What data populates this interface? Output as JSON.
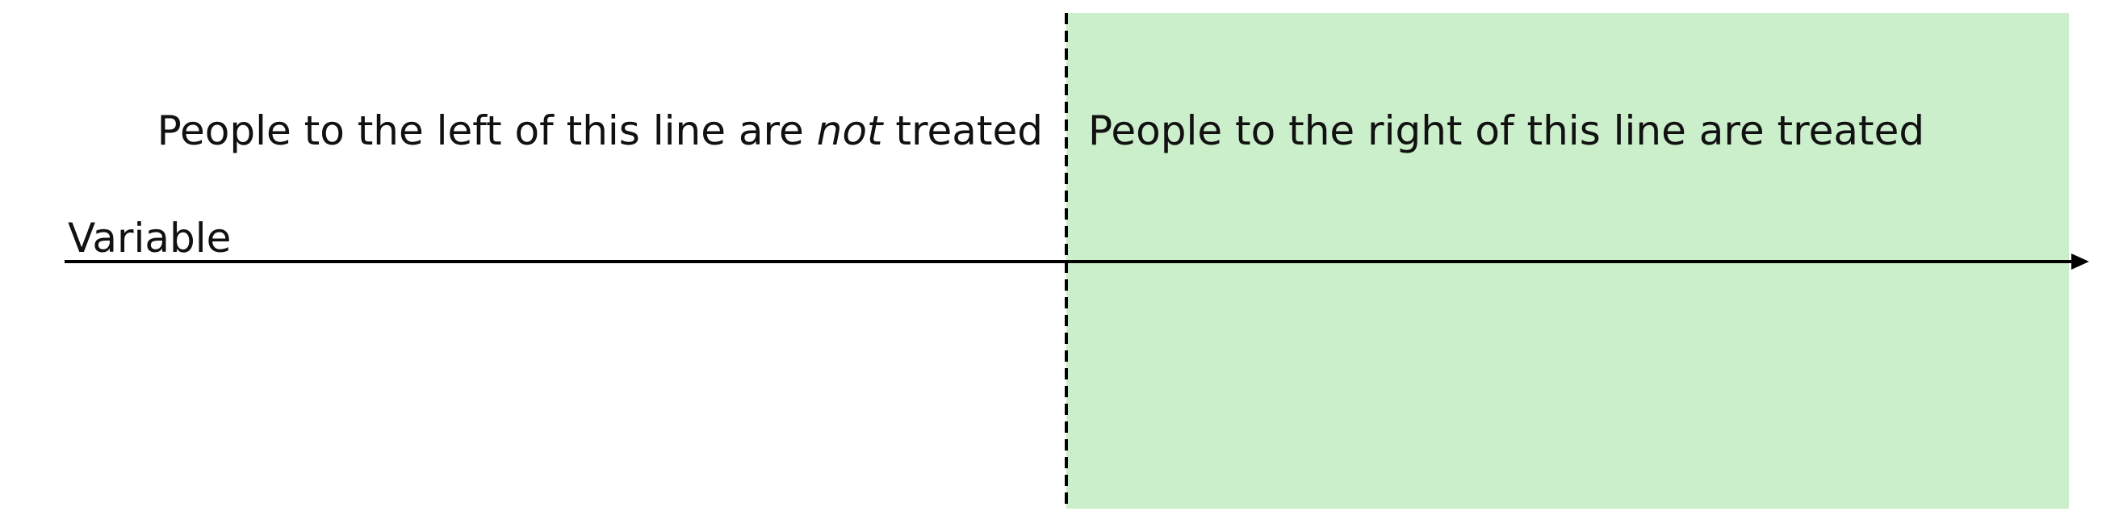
{
  "axis": {
    "label": "Variable"
  },
  "left_region": {
    "text_before": "People to the left of this line are ",
    "text_emphasis": "not",
    "text_after": " treated"
  },
  "right_region": {
    "text": "People to the right of this line are treated",
    "fill_color": "#cbeecb"
  },
  "colors": {
    "line": "#000000",
    "cutoff_line": "#000000",
    "background": "#ffffff"
  }
}
